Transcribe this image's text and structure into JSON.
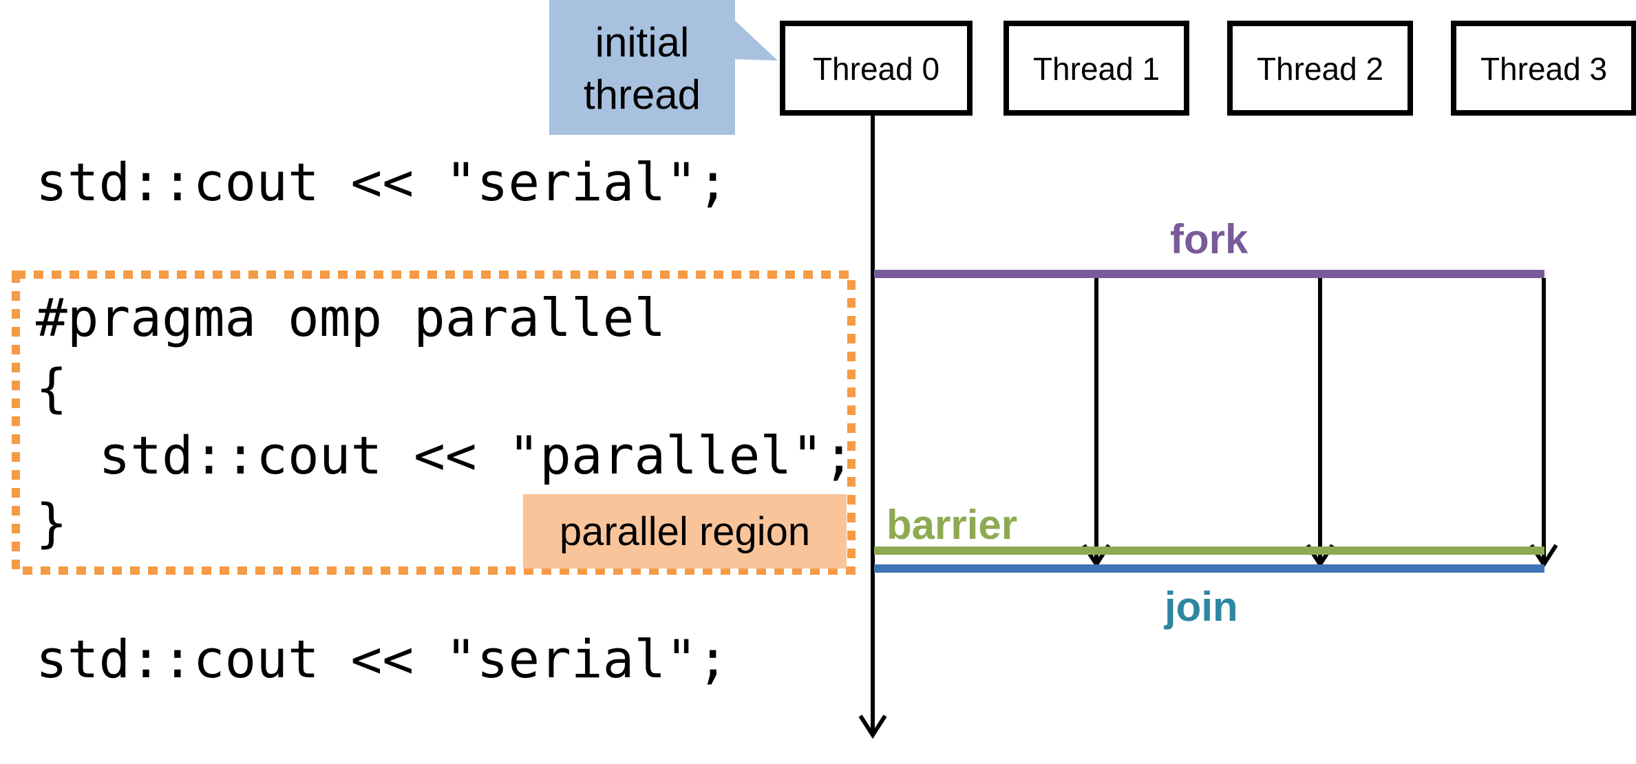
{
  "callout": {
    "line1": "initial",
    "line2": "thread",
    "color": "#a8c1df"
  },
  "threads": [
    "Thread 0",
    "Thread 1",
    "Thread 2",
    "Thread 3"
  ],
  "code": {
    "serial_before": "std::cout << \"serial\";",
    "pragma": "#pragma omp parallel",
    "open_brace": "{",
    "parallel_stmt": "  std::cout << \"parallel\";",
    "close_brace": "}",
    "serial_after": "std::cout << \"serial\";"
  },
  "region": {
    "label": "parallel region",
    "border_color": "#f59a45",
    "label_bg": "#f9c49a"
  },
  "events": {
    "fork": {
      "label": "fork",
      "color": "#7a5b99"
    },
    "barrier": {
      "label": "barrier",
      "color": "#8daa52"
    },
    "join": {
      "label": "join",
      "color": "#3f73b6",
      "label_color": "#2e86a0"
    }
  }
}
